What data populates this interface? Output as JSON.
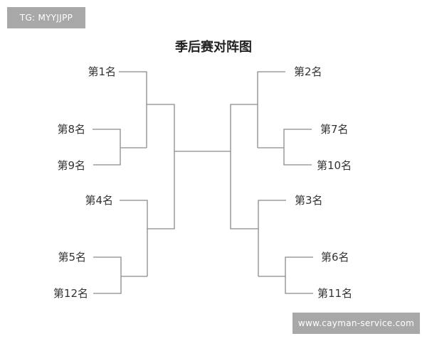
{
  "watermarks": {
    "top": "TG: MYYJJPP",
    "bottom": "www.cayman-service.com"
  },
  "title": "季后赛对阵图",
  "colors": {
    "line": "#888888",
    "watermark_bg": "#a8a8a8",
    "text": "#333333"
  },
  "bracket": {
    "left": {
      "seeds": {
        "s1": "第1名",
        "s8": "第8名",
        "s9": "第9名",
        "s4": "第4名",
        "s5": "第5名",
        "s12": "第12名"
      }
    },
    "right": {
      "seeds": {
        "s2": "第2名",
        "s7": "第7名",
        "s10": "第10名",
        "s3": "第3名",
        "s6": "第6名",
        "s11": "第11名"
      }
    }
  }
}
